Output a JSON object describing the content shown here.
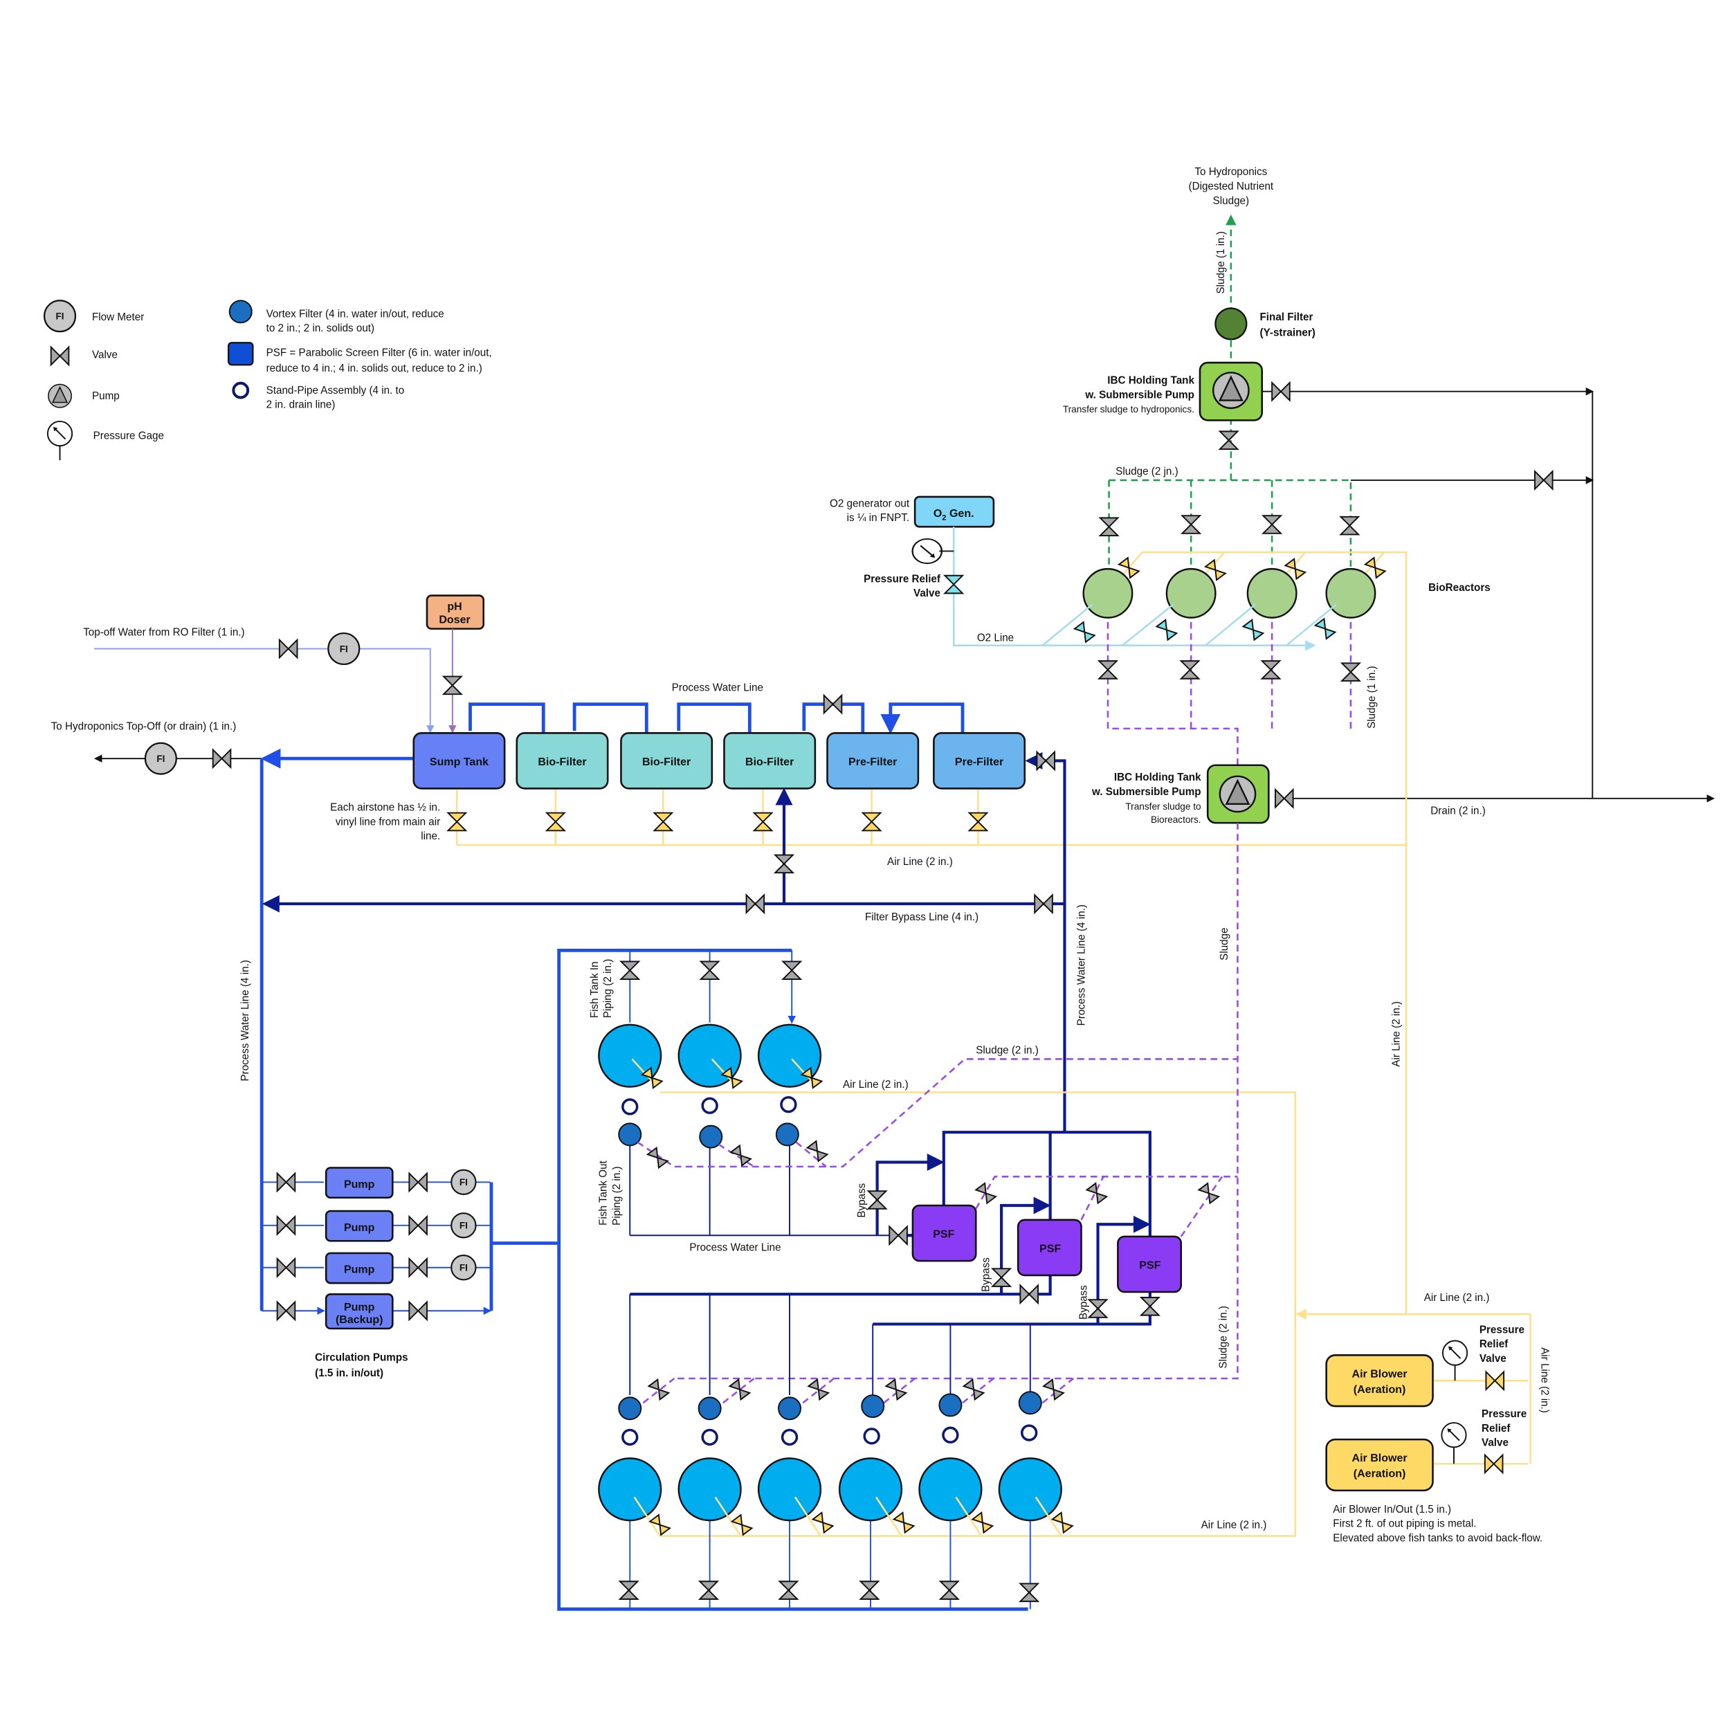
{
  "colors": {
    "sump": "#6680f5",
    "bio_filter": "#88d8d8",
    "pre_filter": "#6cb4ee",
    "psf": "#8a3cf5",
    "fish_tank": "#00aeef",
    "vortex": "#1a6fc0",
    "pump": "#6b80f5",
    "ibc": "#92d050",
    "bioreactor": "#a9d18e",
    "final_filter": "#548235",
    "air_blower": "#ffd966",
    "ph_doser": "#f4b183",
    "o2_gen": "#7fd6f8",
    "process_water": "#1f4fe6",
    "sludge": "#9a4ae8",
    "air": "#ffe08a"
  },
  "legend": {
    "flow_meter": {
      "symbol": "FI",
      "label": "Flow Meter"
    },
    "valve": "Valve",
    "pump": "Pump",
    "pressure_gage": "Pressure Gage",
    "vortex": [
      "Vortex Filter (4 in. water in/out, reduce",
      "to 2 in.; 2 in. solids out)"
    ],
    "psf": [
      "PSF = Parabolic Screen Filter (6 in. water in/out,",
      "reduce to 4 in.; 4 in. solids out, reduce to 2 in.)"
    ],
    "standpipe": [
      "Stand-Pipe Assembly (4 in. to",
      "2 in. drain line)"
    ]
  },
  "top": {
    "to_hydroponics": [
      "To Hydroponics",
      "(Digested Nutrient",
      "Sludge)"
    ],
    "sludge_1in": "Sludge (1 in.)",
    "final_filter": [
      "Final Filter",
      "(Y-strainer)"
    ],
    "ibc1": [
      "IBC Holding Tank",
      "w. Submersible Pump",
      "Transfer sludge to hydroponics."
    ],
    "sludge_2in": "Sludge (2 jn.)",
    "bioreactors": "BioReactors",
    "sludge_1in_b": "Sludge (1 in.)",
    "ibc2": [
      "IBC Holding Tank",
      "w. Submersible Pump",
      "Transfer sludge to",
      "Bioreactors."
    ],
    "drain": "Drain (2 in.)"
  },
  "o2": {
    "note": [
      "O2 generator out",
      "is ¼ in FNPT."
    ],
    "box": "O",
    "box_sub": "2",
    "box_rest": " Gen.",
    "prv": [
      "Pressure Relief",
      "Valve"
    ],
    "line": "O2 Line"
  },
  "inlet": {
    "topoff": "Top-off Water from RO Filter (1 in.)",
    "to_hydro": "To Hydroponics Top-Off (or drain) (1 in.)",
    "fi": "FI",
    "ph": [
      "pH",
      "Doser"
    ]
  },
  "filters": {
    "sump": "Sump Tank",
    "bio": "Bio-Filter",
    "pre": "Pre-Filter",
    "process_line": "Process Water Line",
    "airstone_note": [
      "Each airstone has ½ in.",
      "vinyl line from main air",
      "line."
    ],
    "air_line": "Air Line (2 in.)",
    "bypass_line": "Filter Bypass Line (4 in.)",
    "process_vert": "Process Water Line (4 in.)"
  },
  "pumps": {
    "label": "Pump",
    "backup": "(Backup)",
    "fi": "FI",
    "title": [
      "Circulation Pumps",
      "(1.5 in. in/out)"
    ]
  },
  "fish": {
    "in_piping": [
      "Fish Tank In",
      "Piping (2 in.)"
    ],
    "out_piping": [
      "Fish Tank Out",
      "Piping (2 in.)"
    ],
    "process_line": "Process Water Line",
    "sludge": "Sludge (2 in.)",
    "air_line": "Air Line (2 in.)",
    "psf": "PSF",
    "bypass": "Bypass",
    "sludge_vert": "Sludge",
    "sludge_2in_vert": "Sludge (2 in.)",
    "air_line_low": "Air Line (2 in.)",
    "air_line_vert": "Air Line (2 in.)"
  },
  "blowers": {
    "label": [
      "Air Blower",
      "(Aeration)"
    ],
    "prv": [
      "Pressure",
      "Relief",
      "Valve"
    ],
    "air_line": "Air Line (2 in.)",
    "air_line_vert": "Air Line (2 in.)",
    "note": [
      "Air Blower In/Out (1.5 in.)",
      "First 2 ft. of out piping is metal.",
      "Elevated above fish tanks to avoid back-flow."
    ]
  }
}
